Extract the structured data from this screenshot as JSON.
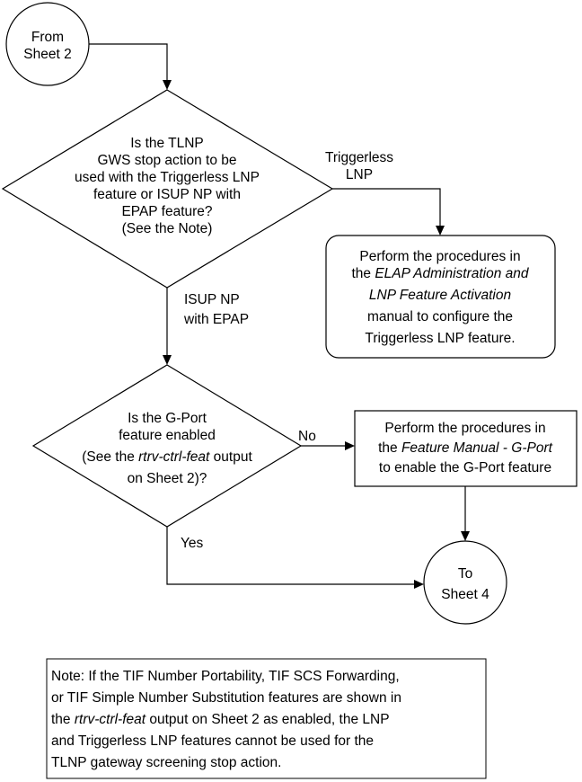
{
  "connectors": {
    "from": [
      "From",
      "Sheet 2"
    ],
    "to": [
      "To",
      "Sheet 4"
    ]
  },
  "decision1": {
    "lines": [
      "Is the TLNP",
      "GWS stop action to be",
      "used with the Triggerless LNP",
      "feature or ISUP NP with",
      "EPAP feature?",
      "(See the Note)"
    ],
    "yes_label": [
      "Triggerless",
      "LNP"
    ],
    "no_label": [
      "ISUP NP",
      "with EPAP"
    ]
  },
  "process1": {
    "line1": "Perform the procedures in",
    "line2_pre": "the ",
    "line2_em": "ELAP Administration and",
    "line3_em": "LNP Feature Activation",
    "line4": "manual to configure the",
    "line5": "Triggerless LNP feature."
  },
  "decision2": {
    "line1": "Is the G-Port",
    "line2": "feature enabled",
    "line3_pre": "(See the ",
    "line3_em": "rtrv-ctrl-feat",
    "line3_post": " output",
    "line4": "on Sheet 2)?",
    "no_label": "No",
    "yes_label": "Yes"
  },
  "process2": {
    "line1": "Perform the procedures in",
    "line2_pre": "the ",
    "line2_em": "Feature Manual - G-Port",
    "line3": "to enable the G-Port feature"
  },
  "note": {
    "line1": "Note: If the TIF Number Portability, TIF SCS Forwarding,",
    "line2": "or TIF Simple Number Substitution features are shown in",
    "line3_pre": "the ",
    "line3_em": "rtrv-ctrl-feat",
    "line3_post": " output on Sheet 2 as enabled, the LNP",
    "line4": "and Triggerless LNP features cannot be used for the",
    "line5": "TLNP gateway screening stop action."
  }
}
